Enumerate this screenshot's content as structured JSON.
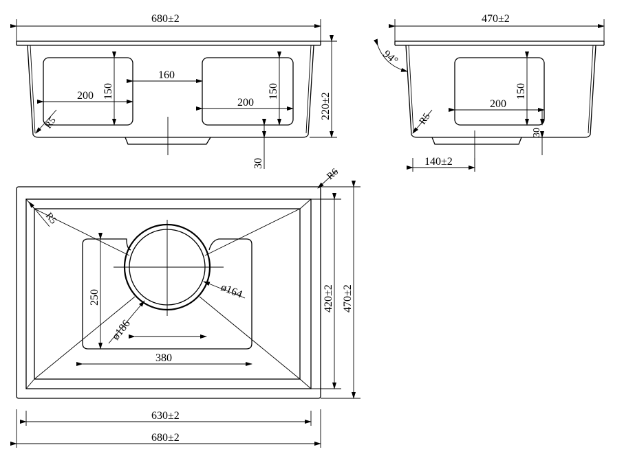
{
  "drawing": {
    "front_view": {
      "overall_width": "680±2",
      "bowl_depth": "220±2",
      "basin_gap": "160",
      "basin_width_left": "200",
      "basin_height_left": "150",
      "basin_width_right": "200",
      "basin_height_right": "150",
      "corner_radius": "R5",
      "drain_offset": "30"
    },
    "side_view": {
      "overall_width": "470±2",
      "wall_angle": "94°",
      "basin_width": "200",
      "basin_height": "150",
      "corner_radius": "R5",
      "bottom_offset": "30",
      "drain_position": "140±2"
    },
    "top_view": {
      "outer_corner_radius": "R6",
      "inner_corner_radius": "R5",
      "basin_height": "250",
      "drain_outer_diameter": "ø186",
      "drain_inner_diameter": "ø164",
      "basin_width": "380",
      "inner_height": "420±2",
      "outer_height": "470±2",
      "inner_width": "630±2",
      "outer_width": "680±2"
    }
  }
}
